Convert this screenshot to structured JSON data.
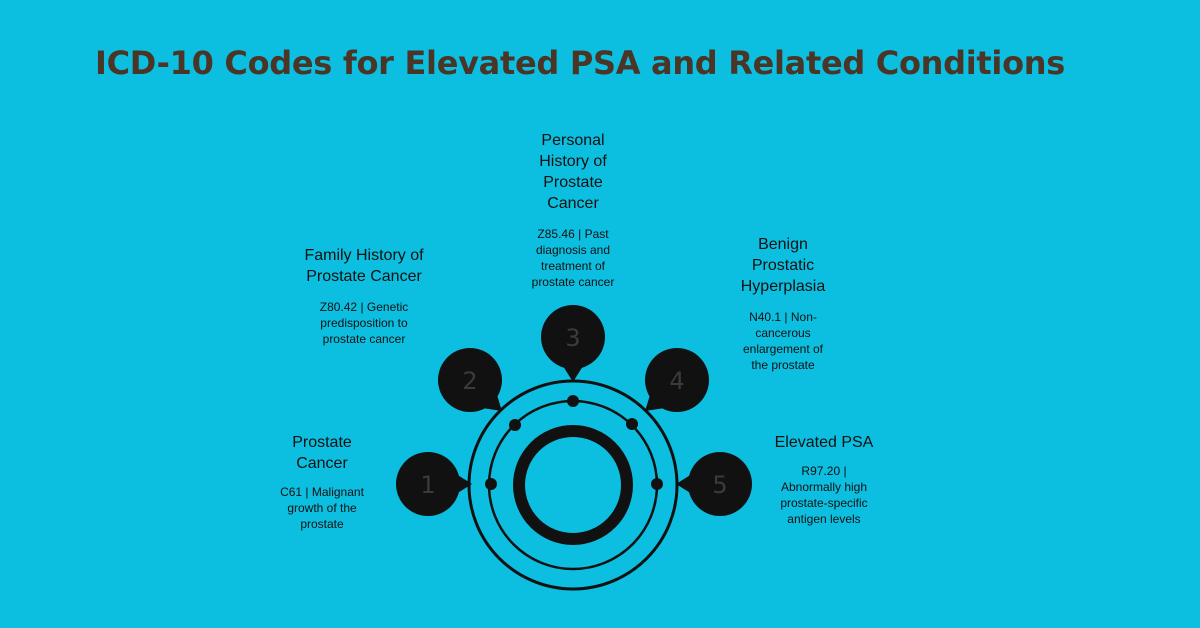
{
  "page": {
    "title": "ICD-10 Codes for Elevated PSA and Related Conditions"
  },
  "colors": {
    "background": "#0cbfe0",
    "title": "#4a3526",
    "shape": "#111111",
    "number_text": "#3b3b3b"
  },
  "steps": [
    {
      "number": "1",
      "heading": "Prostate Cancer",
      "description": "C61 | Malignant growth of the prostate"
    },
    {
      "number": "2",
      "heading": "Family History of Prostate Cancer",
      "description": "Z80.42 | Genetic predisposition to prostate cancer"
    },
    {
      "number": "3",
      "heading": "Personal History of Prostate Cancer",
      "description": "Z85.46 | Past diagnosis and treatment of prostate cancer"
    },
    {
      "number": "4",
      "heading": "Benign Prostatic Hyperplasia",
      "description": "N40.1 | Non-cancerous enlargement of the prostate"
    },
    {
      "number": "5",
      "heading": "Elevated PSA",
      "description": "R97.20 | Abnormally high prostate-specific antigen levels"
    }
  ]
}
